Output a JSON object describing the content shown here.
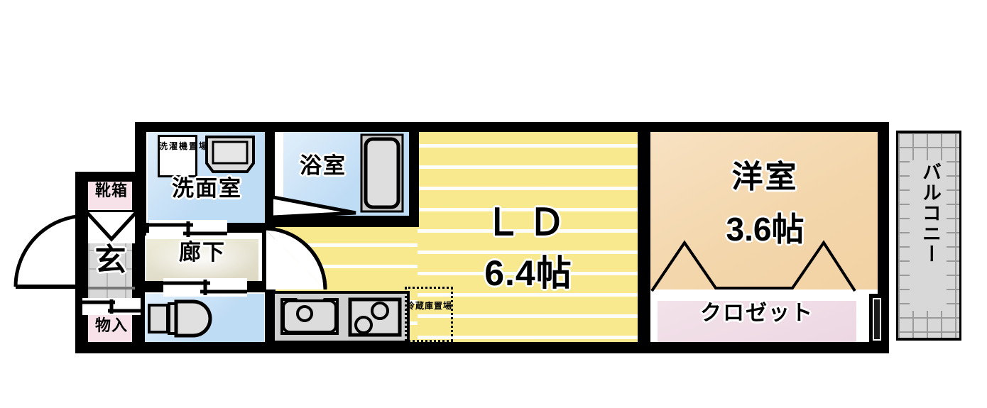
{
  "plan": {
    "type": "japanese-apartment-floor-plan",
    "unit_label": "帖",
    "colors": {
      "ld_floor": "#f8e98f",
      "room_floor": "#f3d6ab",
      "wet_floor": "#bfdcf5",
      "hall_floor": "#e2decc",
      "closet": "#ecd7e2",
      "storage_pink": "#f7e2e9",
      "fixture_gray": "#dcdcdc",
      "wall": "#000000",
      "balcony_tile": "#d8d8d8"
    }
  },
  "rooms": {
    "ld": {
      "name": "ＬＤ",
      "area": "6.4帖"
    },
    "washitsu": {
      "name": "洋室",
      "area": "3.6帖"
    },
    "bathroom": {
      "name": "浴室"
    },
    "washroom": {
      "name": "洗面室"
    },
    "hallway": {
      "name": "廊下"
    },
    "entrance": {
      "name": "玄"
    },
    "balcony": {
      "name": "バルコニー"
    }
  },
  "fixtures": {
    "washer_place": "洗濯機置場",
    "fridge_place": "冷蔵庫置場",
    "closet": "クロゼット",
    "shoe_box": "靴箱",
    "storage": "物入"
  },
  "icons": {
    "entrance_door": "door-swing-icon",
    "hall_door": "door-swing-icon",
    "sliding_door": "sliding-door-icon",
    "folding_door": "folding-door-icon",
    "toilet": "toilet-icon",
    "sink": "kitchen-sink-icon",
    "stove": "gas-stove-icon",
    "vanity": "vanity-sink-icon",
    "bathtub": "bathtub-icon",
    "window": "window-icon"
  }
}
